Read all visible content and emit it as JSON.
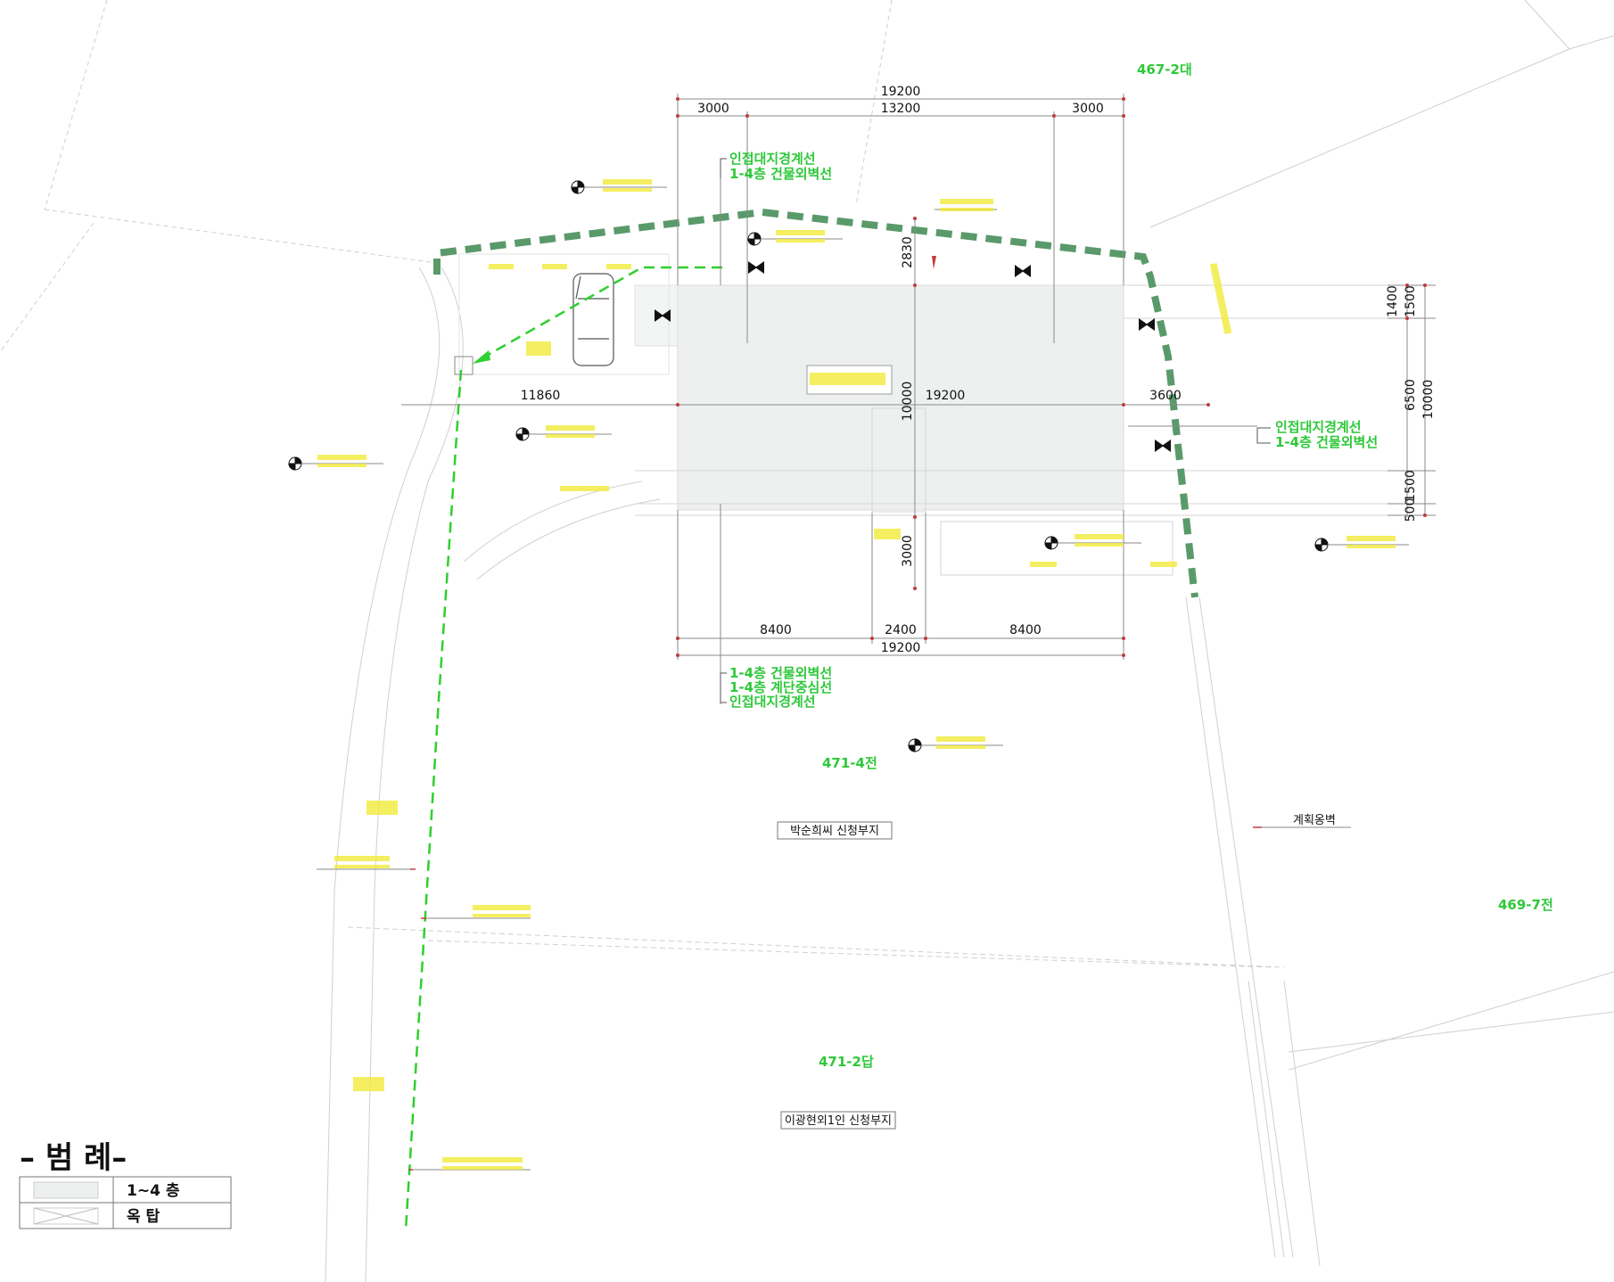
{
  "lots": {
    "lot_467_2": "467-2대",
    "lot_471_4": "471-4전",
    "lot_469_7": "469-7전",
    "lot_471_2": "471-2답"
  },
  "applicant_sites": {
    "park": "박순희씨 신청부지",
    "lee": "이광현외1인 신청부지"
  },
  "planned_wall": "계획옹벽",
  "callouts": {
    "north_1": "인접대지경계선",
    "north_2": "1-4층 건물외벽선",
    "east_1": "인접대지경계선",
    "east_2": "1-4층 건물외벽선",
    "south_1": "1-4층 건물외벽선",
    "south_2": "1-4층 계단중심선",
    "south_3": "인접대지경계선"
  },
  "dimensions": {
    "top_total": "19200",
    "top_left": "3000",
    "top_mid": "13200",
    "top_right": "3000",
    "bottom_left": "8400",
    "bottom_mid": "2400",
    "bottom_right": "8400",
    "bottom_total": "19200",
    "mid_left": "11860",
    "mid_center": "19200",
    "mid_right": "3600",
    "v_2830": "2830",
    "v_10000": "10000",
    "v_3000": "3000",
    "r_1400": "1400",
    "r_1500": "1500",
    "r_6500": "6500",
    "r_10000": "10000",
    "r_500": "500",
    "r_1500b": "1500"
  },
  "legend": {
    "title": "– 범    례–",
    "row1": "1~4  층",
    "row2": "옥      탑"
  },
  "colors": {
    "boundary_dashed": "#5a9a6a",
    "green_path": "#2ed02e",
    "green_text": "#2ec83a",
    "building_fill": "#eef0f0",
    "faint_line": "#c9c9c9",
    "yellow_text": "#f2ea3a"
  }
}
